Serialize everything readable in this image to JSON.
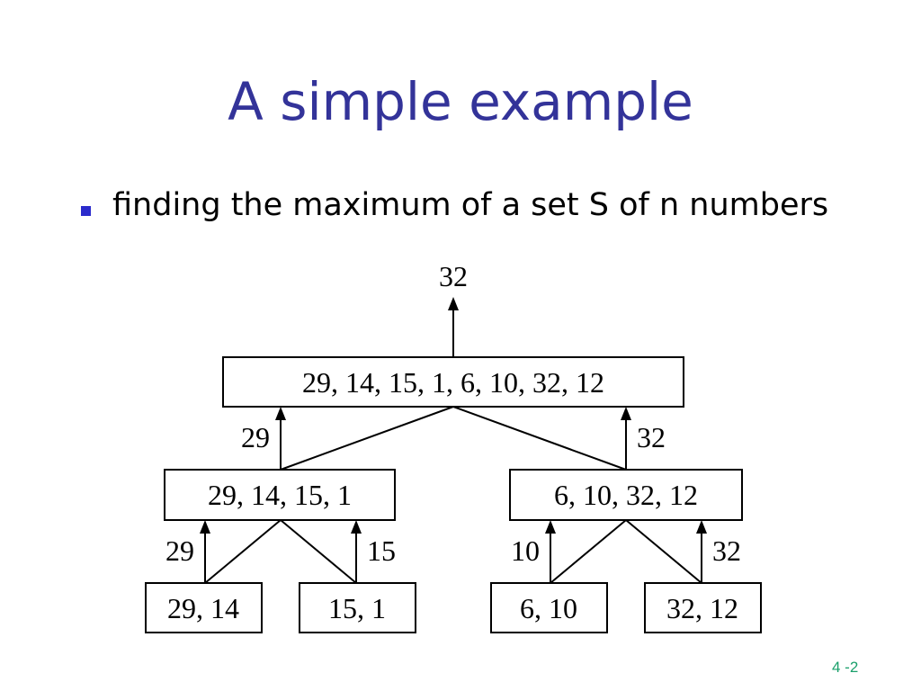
{
  "slide": {
    "title": "A simple example",
    "bullet": "finding the maximum of a set S of n numbers",
    "page_number": "4 -2",
    "colors": {
      "title": "#333399",
      "bullet_marker": "#2b2bcc",
      "page_number": "#1aa06b",
      "diagram": "#000000"
    }
  },
  "tree": {
    "result": "32",
    "root": "29, 14, 15, 1, 6, 10, 32, 12",
    "left": "29, 14, 15, 1",
    "right": "6, 10, 32, 12",
    "left_result": "29",
    "right_result": "32",
    "leaves": [
      "29, 14",
      "15, 1",
      "6, 10",
      "32, 12"
    ],
    "leaf_results": [
      "29",
      "15",
      "10",
      "32"
    ]
  }
}
